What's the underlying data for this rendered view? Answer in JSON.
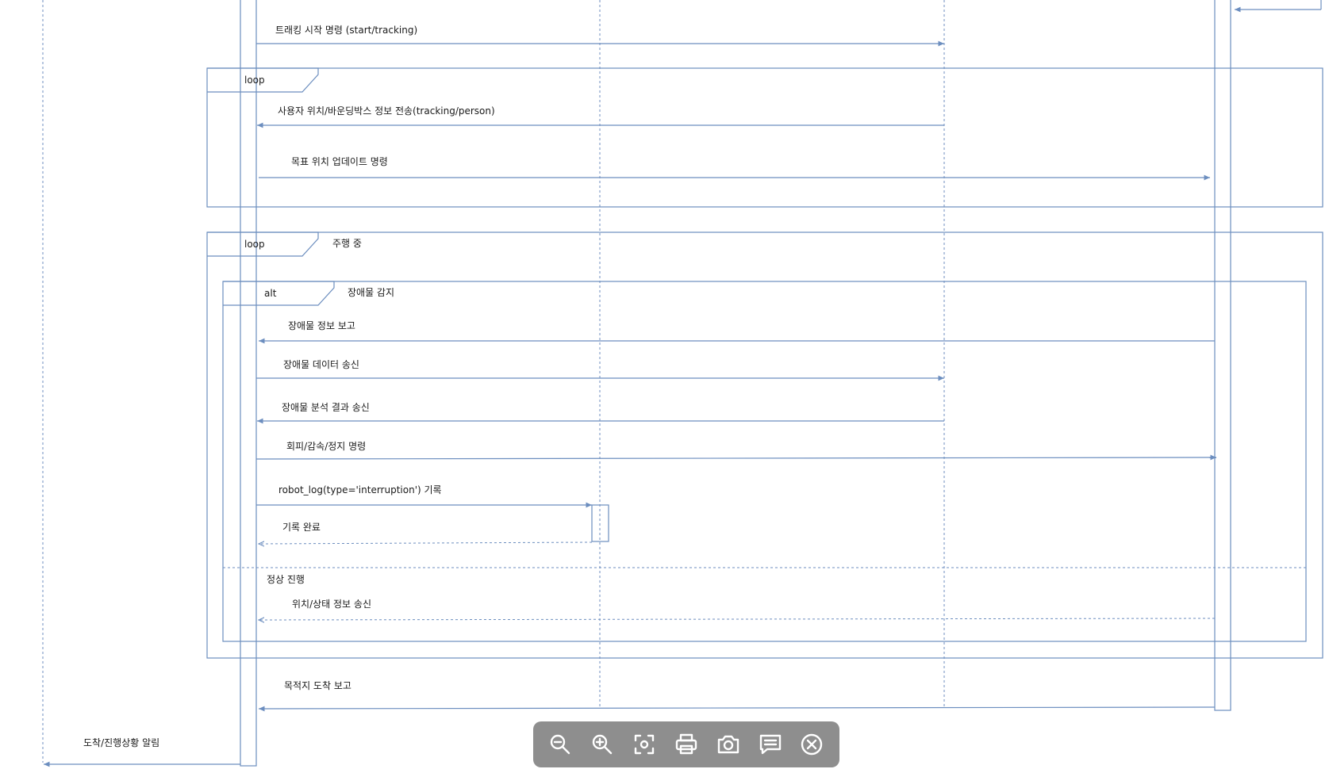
{
  "diagram": {
    "messages": {
      "start_tracking": "트래킹 시작 명령 (start/tracking)",
      "send_position": "사용자 위치/바운딩박스 정보 전송(tracking/person)",
      "update_target": "목표 위치 업데이트 명령",
      "obstacle_report": "장애물 정보 보고",
      "obstacle_data": "장애물 데이터 송신",
      "analysis_result": "장애물 분석 결과 송신",
      "avoid_command": "회피/감속/정지 명령",
      "robot_log": "robot_log(type='interruption') 기록",
      "log_done": "기록 완료",
      "status_send": "위치/상태 정보 송신",
      "arrival_report": "목적지 도착 보고",
      "arrival_notify": "도착/진행상황 알림"
    },
    "fragments": {
      "loop1_label": "loop",
      "loop2_label": "loop",
      "loop2_guard": "주행 중",
      "alt_label": "alt",
      "alt_guard": "장애물 감지",
      "alt_else_guard": "정상 진행"
    }
  },
  "toolbar": {
    "buttons": [
      {
        "name": "zoom-out",
        "icon": "zoom-out-icon"
      },
      {
        "name": "zoom-in",
        "icon": "zoom-in-icon"
      },
      {
        "name": "fit-screen",
        "icon": "focus-frame-icon"
      },
      {
        "name": "print",
        "icon": "printer-icon"
      },
      {
        "name": "screenshot",
        "icon": "camera-icon"
      },
      {
        "name": "comment",
        "icon": "comment-icon"
      },
      {
        "name": "close",
        "icon": "close-circle-icon"
      }
    ]
  },
  "colors": {
    "line": "#6c8ebf",
    "toolbar_bg": "#8e8e8e"
  }
}
